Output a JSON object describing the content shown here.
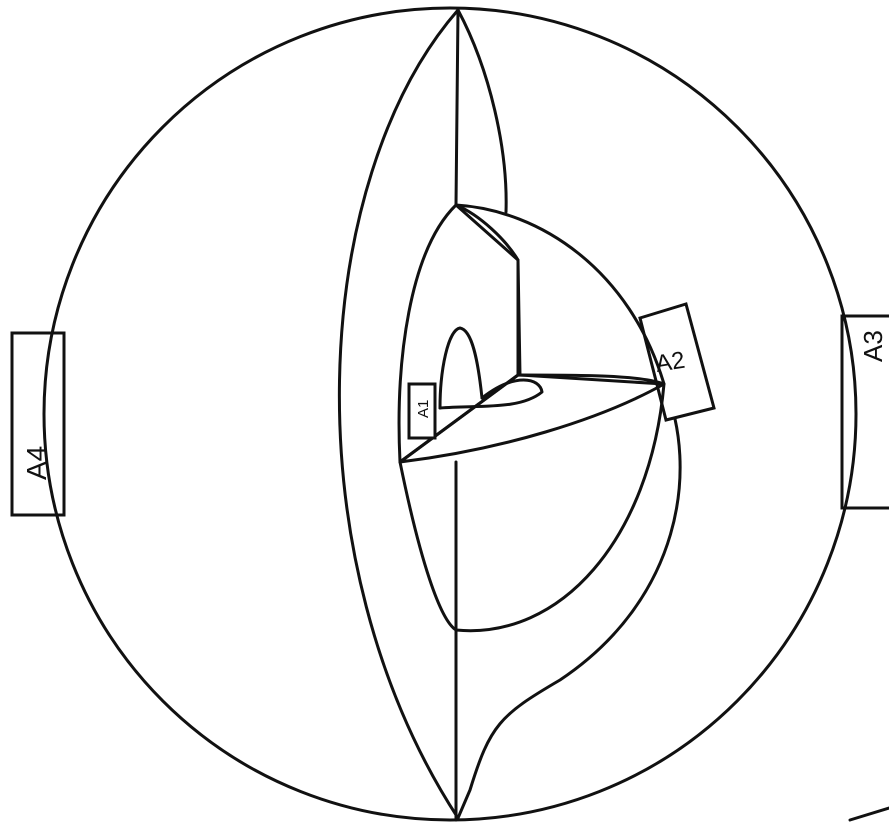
{
  "labels": {
    "a1": "A1",
    "a2": "A2",
    "a3": "A3",
    "a4": "A4"
  },
  "colors": {
    "stroke": "#111111",
    "background": "#ffffff"
  }
}
